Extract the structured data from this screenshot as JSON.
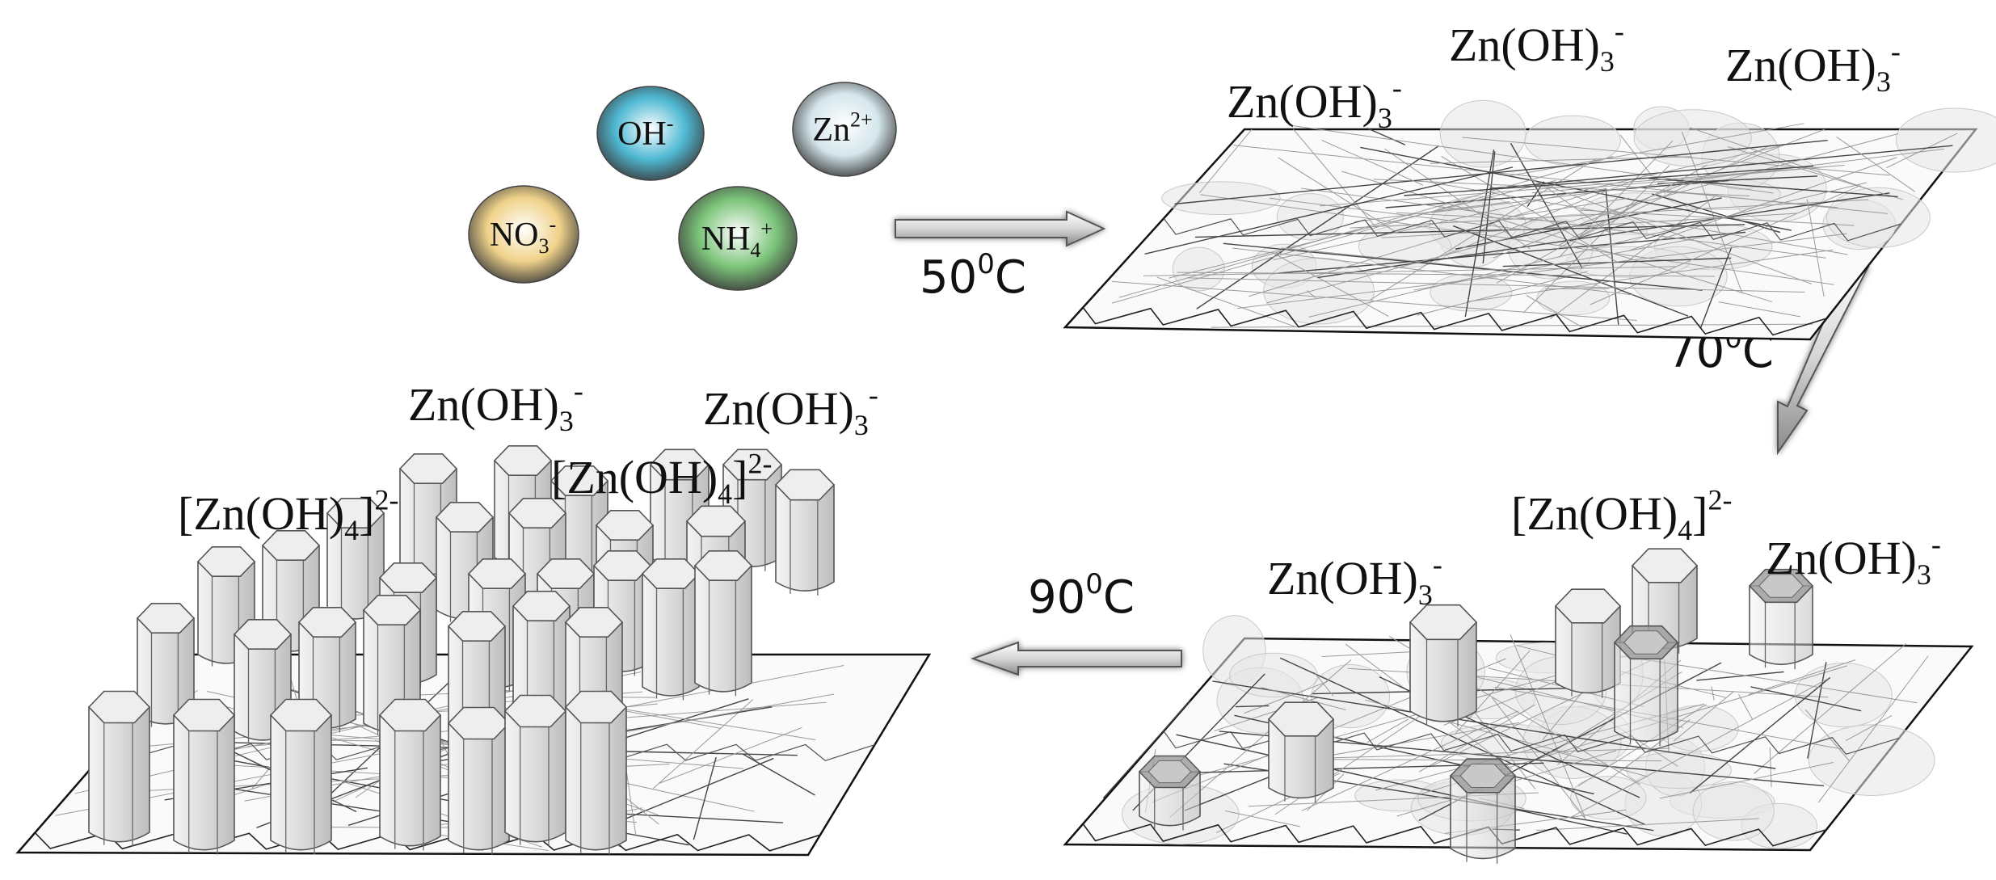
{
  "ions": [
    {
      "base": "OH",
      "sub": "",
      "sup": "-",
      "fill": "#4fb9d3"
    },
    {
      "base": "Zn",
      "sub": "",
      "sup": "2+",
      "fill": "#d4e6ec"
    },
    {
      "base": "NO",
      "sub": "3",
      "sup": "-",
      "fill": "#f0d28a"
    },
    {
      "base": "NH",
      "sub": "4",
      "sup": "+",
      "fill": "#7cc47a"
    }
  ],
  "labels": {
    "stage1": [
      {
        "base": "Zn(OH)",
        "sub": "3",
        "sup": "-"
      },
      {
        "base": "Zn(OH)",
        "sub": "3",
        "sup": "-"
      },
      {
        "base": "Zn(OH)",
        "sub": "3",
        "sup": "-"
      }
    ],
    "stage2": [
      {
        "base": "[Zn(OH)",
        "sub": "4",
        "close": "]",
        "sup": "2-"
      },
      {
        "base": "Zn(OH)",
        "sub": "3",
        "sup": "-"
      },
      {
        "base": "Zn(OH)",
        "sub": "3",
        "sup": "-"
      }
    ],
    "stage3": [
      {
        "base": "Zn(OH)",
        "sub": "3",
        "sup": "-"
      },
      {
        "base": "Zn(OH)",
        "sub": "3",
        "sup": "-"
      },
      {
        "base": "[Zn(OH)",
        "sub": "4",
        "close": "]",
        "sup": "2-"
      },
      {
        "base": "[Zn(OH)",
        "sub": "4",
        "close": "]",
        "sup": "2-"
      }
    ]
  },
  "steps": [
    {
      "value": "50",
      "sup": "0",
      "unit": "C"
    },
    {
      "value": "70",
      "sup": "0",
      "unit": "C"
    },
    {
      "value": "90",
      "sup": "0",
      "unit": "C"
    }
  ]
}
